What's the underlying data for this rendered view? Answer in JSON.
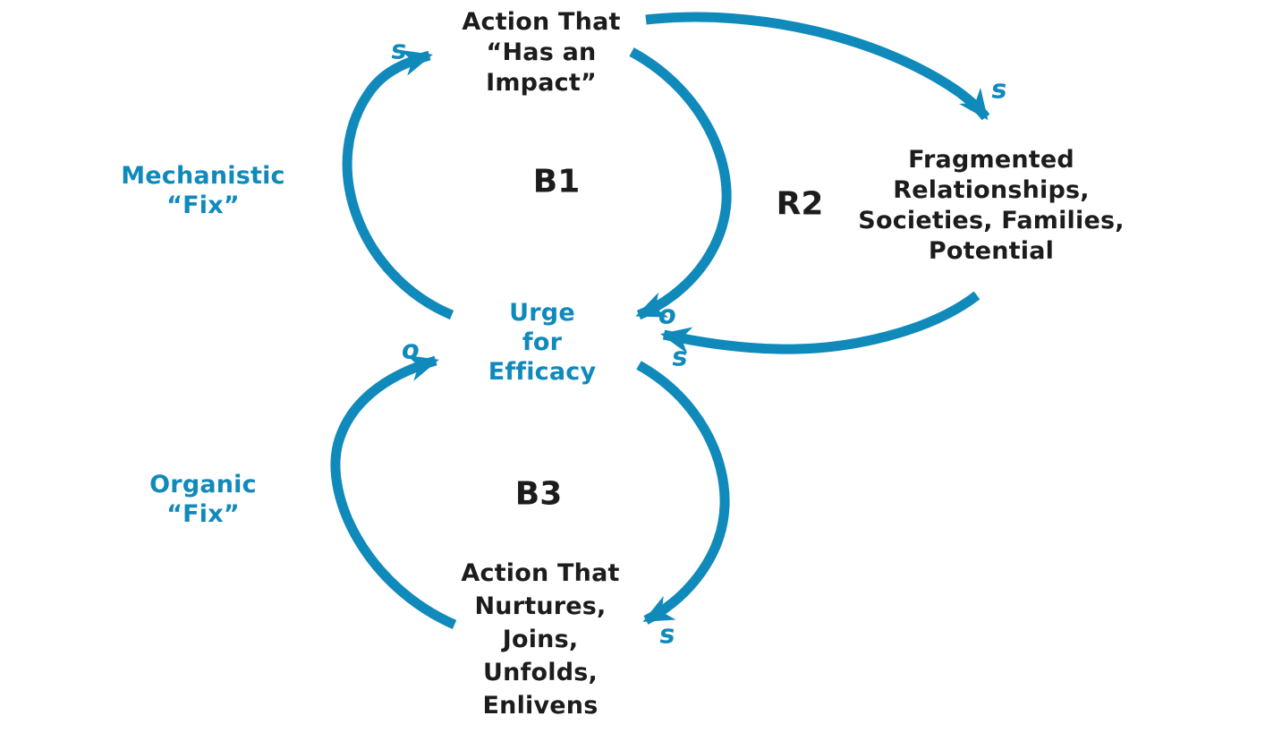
{
  "diagram": {
    "title": "Mechanistic vs Organic Fix causal loop diagram",
    "background_color": "#ffffff",
    "accent_color": "#1089bb",
    "text_color": "#1c1c1c",
    "nodes": {
      "action_impact": "Action That\n“Has an\nImpact”",
      "fragmented": "Fragmented\nRelationships,\nSocieties, Families,\nPotential",
      "urge": "Urge\nfor\nEfficacy",
      "action_nurtures": "Action That\nNurtures,\nJoins,\nUnfolds,\nEnlivens"
    },
    "side_labels": {
      "mechanistic": "Mechanistic\n“Fix”",
      "organic": "Organic\n“Fix”"
    },
    "loop_labels": {
      "b1": "B1",
      "r2": "R2",
      "b3": "B3"
    },
    "polarity": {
      "s_urge_to_action": "s",
      "s_action_to_fragmented": "s",
      "o_action_to_urge": "o",
      "s_fragmented_to_urge": "s",
      "o_nurtures_to_urge": "o",
      "s_urge_to_nurtures": "s"
    }
  }
}
